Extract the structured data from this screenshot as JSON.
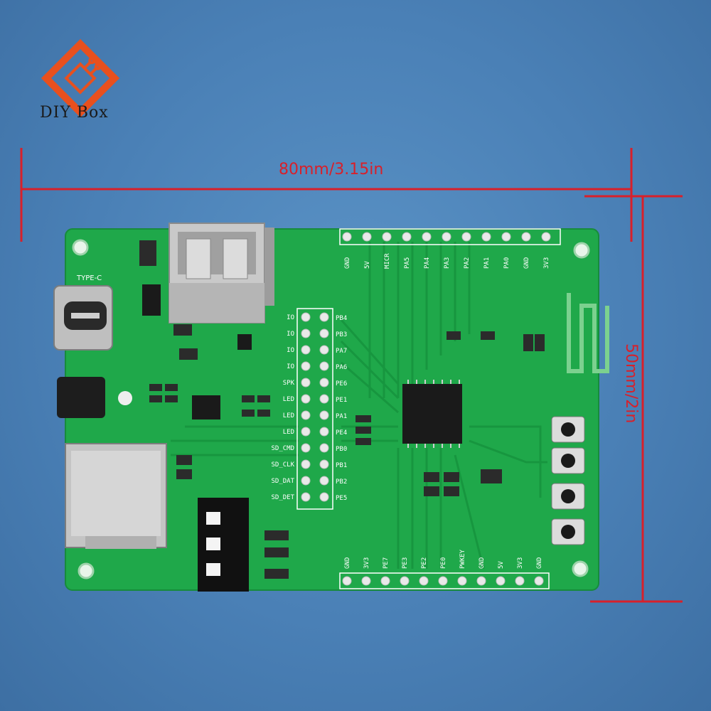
{
  "brand": {
    "name": "DIY Box",
    "logo_color": "#e8501e"
  },
  "dimensions": {
    "width_label": "80mm/3.15in",
    "height_label": "50mm/2in",
    "line_color": "#d8202a"
  },
  "board": {
    "pcb_color": "#1fa84a",
    "usb_c_label": "TYPE-C",
    "header_top_labels": [
      "GND",
      "5V",
      "MICR",
      "PA5",
      "PA4",
      "PA3",
      "PA2",
      "PA1",
      "PA0",
      "GND",
      "3V3"
    ],
    "header_bottom_labels": [
      "GND",
      "3V3",
      "PE7",
      "PE3",
      "PE2",
      "PE0",
      "PWKEY",
      "GND",
      "5V",
      "3V3",
      "GND"
    ],
    "header_mid_labels": [
      "PB4",
      "PB3",
      "PA7",
      "PA6",
      "PE6",
      "PE1",
      "PA1",
      "PE4",
      "PB0",
      "PB1",
      "PB2",
      "PE5"
    ],
    "header_mid_left_labels": [
      "IO",
      "IO",
      "IO",
      "IO",
      "SPK",
      "LED",
      "LED",
      "LED",
      "SD_CMD",
      "SD_CLK",
      "SD_DAT",
      "SD_DET"
    ]
  }
}
